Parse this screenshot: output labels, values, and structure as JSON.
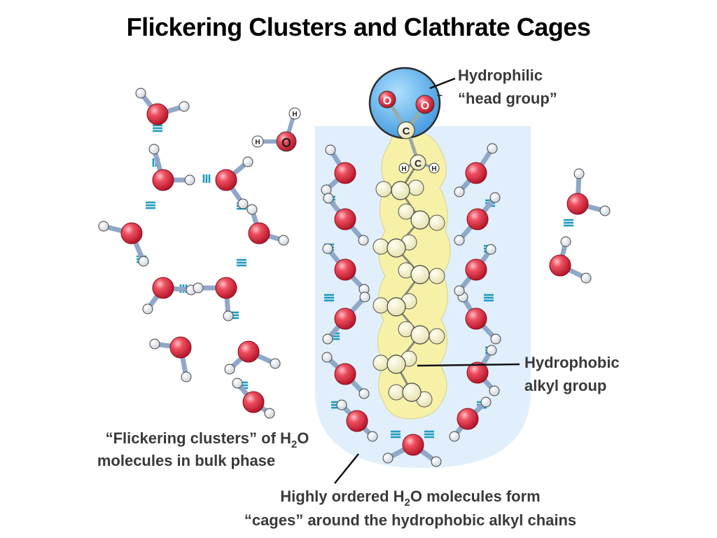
{
  "title": "Flickering Clusters and Clathrate Cages",
  "labels": {
    "head_group_line1": "Hydrophilic",
    "head_group_line2": "“head group”",
    "alkyl_line1": "Hydrophobic",
    "alkyl_line2": "alkyl group",
    "clusters_line1_a": "“Flickering clusters” of H",
    "clusters_line1_sub": "2",
    "clusters_line1_b": "O",
    "clusters_line2": "molecules in bulk phase",
    "cages_line1_a": "Highly ordered H",
    "cages_line1_sub": "2",
    "cages_line1_b": "O molecules form",
    "cages_line2": "“cages” around the hydrophobic alkyl chains"
  },
  "atoms": {
    "oxygen": "O",
    "hydrogen": "H",
    "carbon": "C",
    "charge": "–"
  },
  "colors": {
    "oxygen": "#e8374a",
    "hydrogen": "#ffffff",
    "bond": "#8fa8c8",
    "hbond": "#1f9bbf",
    "cage_bg": "#ddeefa",
    "alkyl": "#f6f0a6",
    "head": "#63b3ec"
  }
}
